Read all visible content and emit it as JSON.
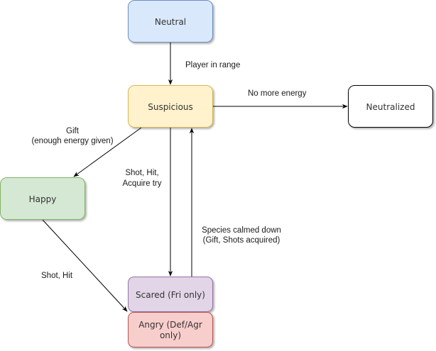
{
  "diagram": {
    "type": "state-machine",
    "nodes": {
      "neutral": {
        "label": "Neutral",
        "fill": "#dae8fc",
        "stroke": "#6c8ebf"
      },
      "suspicious": {
        "label": "Suspicious",
        "fill": "#fff2cc",
        "stroke": "#d6b656"
      },
      "neutralized": {
        "label": "Neutralized",
        "fill": "#ffffff",
        "stroke": "#000000"
      },
      "happy": {
        "label": "Happy",
        "fill": "#d5e8d4",
        "stroke": "#82b366"
      },
      "scared": {
        "label": "Scared (Fri only)",
        "fill": "#e1d5e7",
        "stroke": "#9673a6"
      },
      "angry": {
        "label_line1": "Angry (Def/Agr",
        "label_line2": "only)",
        "fill": "#f8cecc",
        "stroke": "#b85450"
      }
    },
    "edges": {
      "neutral_to_suspicious": {
        "from": "Neutral",
        "to": "Suspicious",
        "label": "Player in range"
      },
      "suspicious_to_neutralized": {
        "from": "Suspicious",
        "to": "Neutralized",
        "label": "No more energy"
      },
      "suspicious_to_happy": {
        "from": "Suspicious",
        "to": "Happy",
        "label_line1": "Gift",
        "label_line2": "(enough energy given)"
      },
      "suspicious_to_scared": {
        "from": "Suspicious",
        "to": "Scared / Angry",
        "label_line1": "Shot, Hit,",
        "label_line2": "Acquire try"
      },
      "scared_to_suspicious": {
        "from": "Scared",
        "to": "Suspicious",
        "label_line1": "Species calmed down",
        "label_line2": "(Gift, Shots acquired)"
      },
      "happy_to_angry": {
        "from": "Happy",
        "to": "Angry",
        "label": "Shot, Hit"
      }
    }
  }
}
